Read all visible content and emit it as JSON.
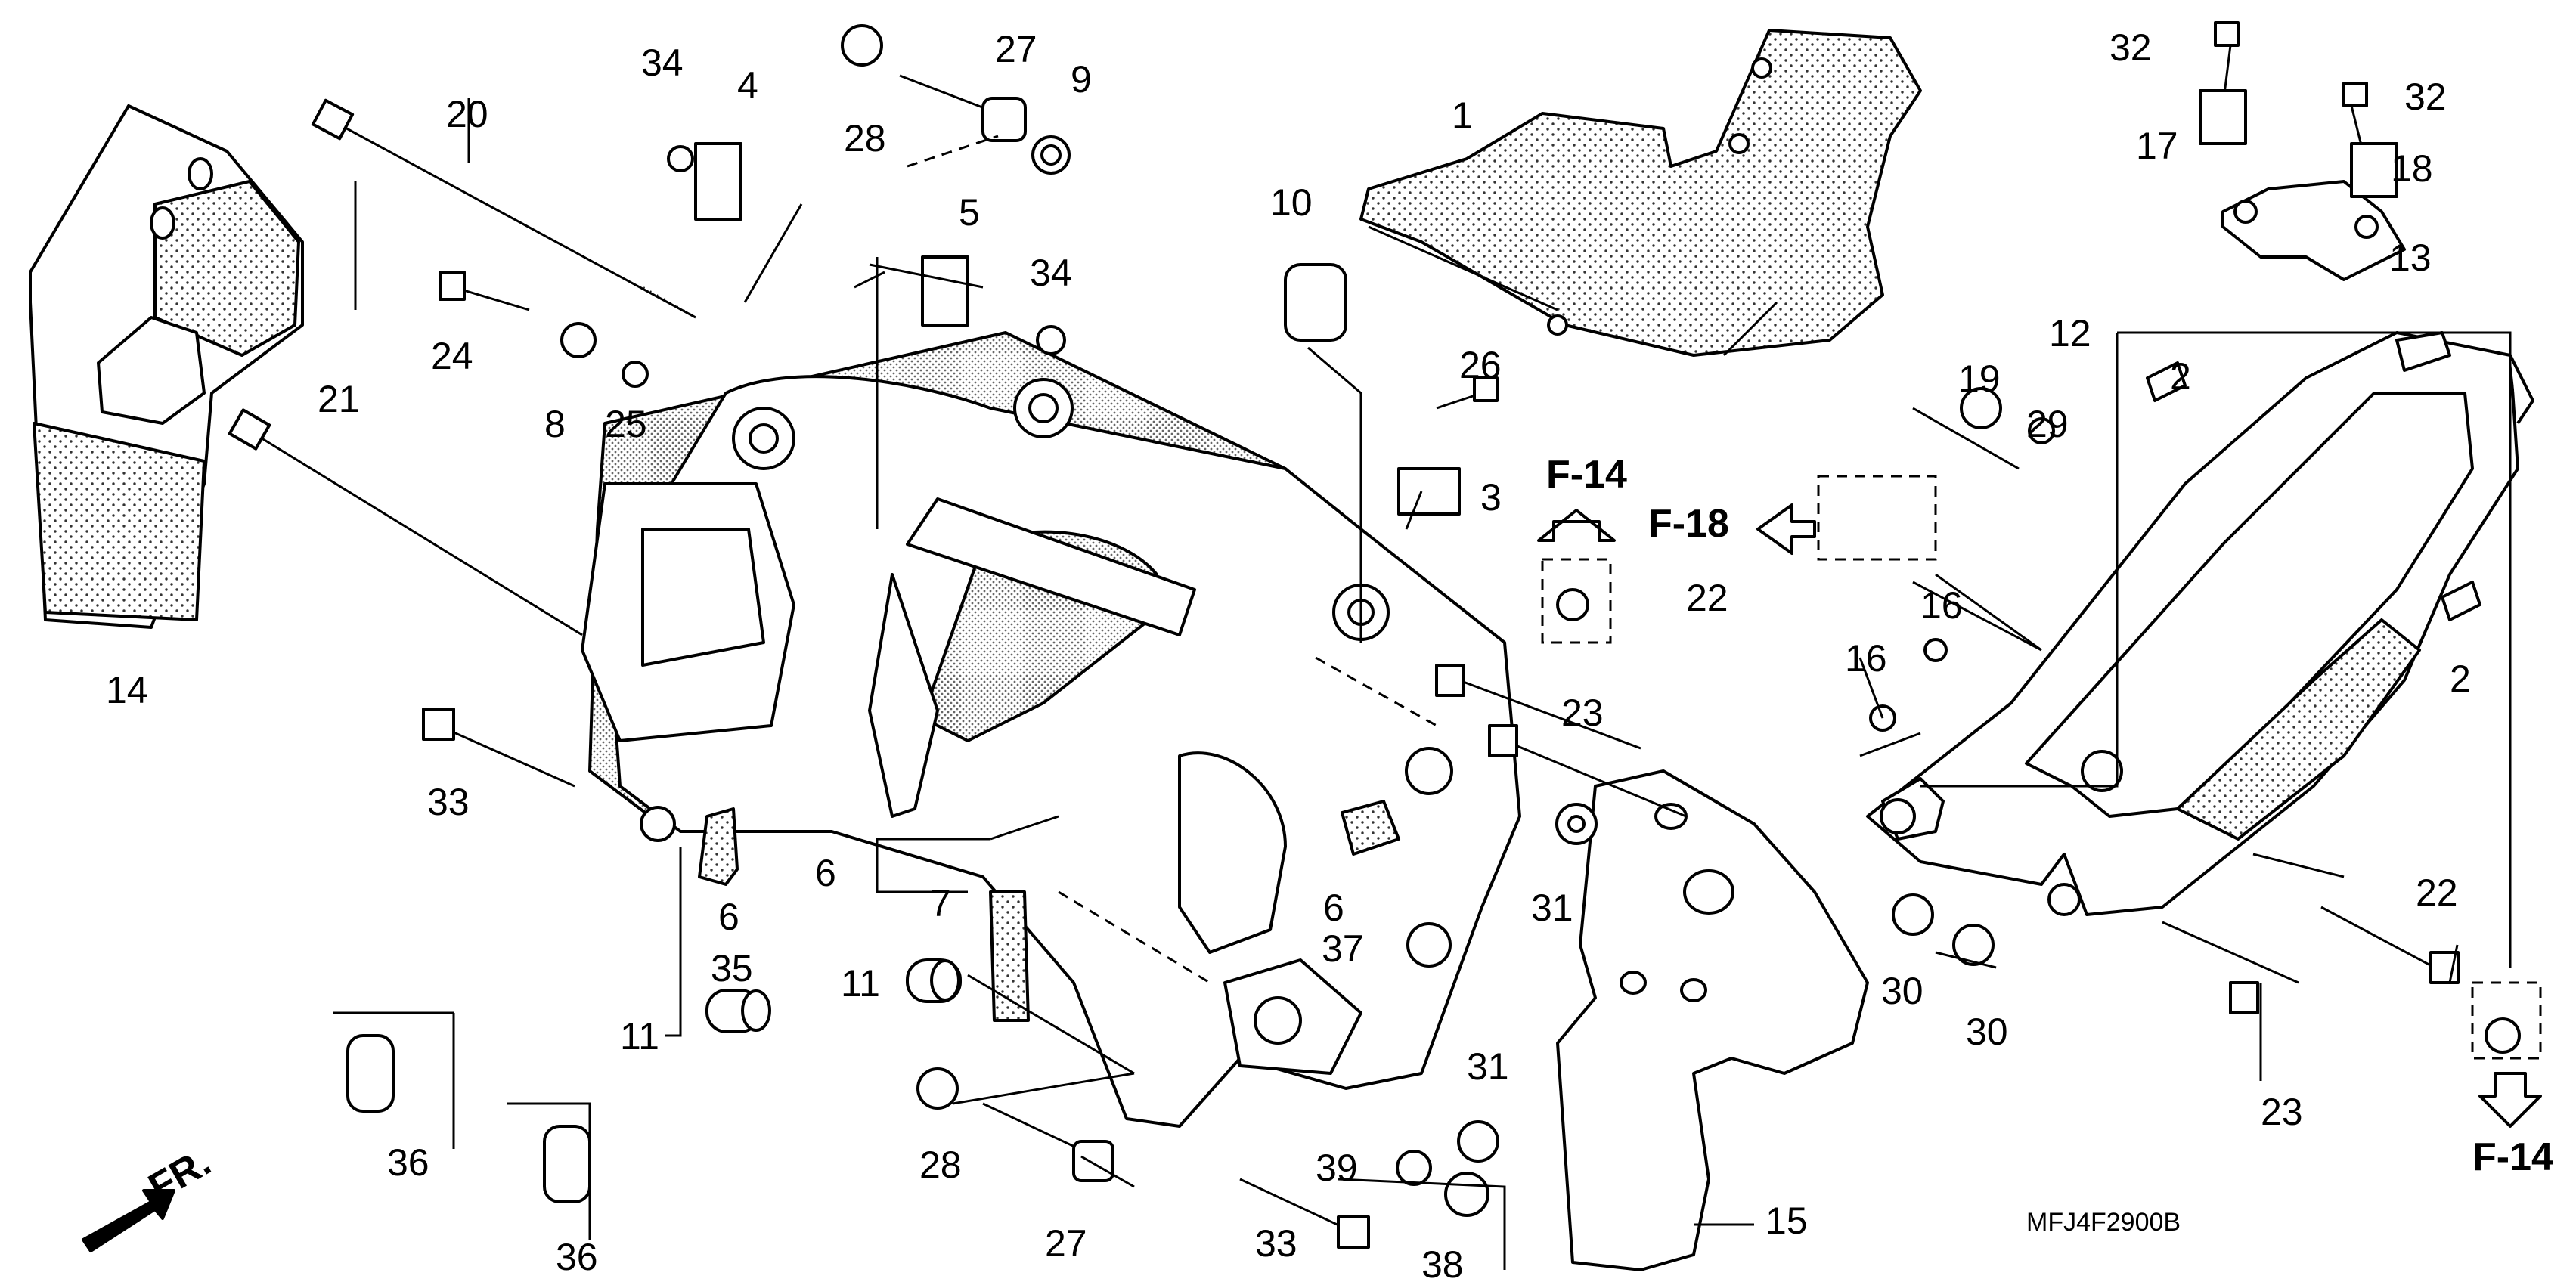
{
  "diagram_code": "MFJ4F2900B",
  "front_marker": "FR.",
  "refs": {
    "f14_top": "F-14",
    "f18": "F-18",
    "f14_bottom": "F-14"
  },
  "callouts": {
    "c1": "1",
    "c2a": "2",
    "c2b": "2",
    "c3": "3",
    "c4": "4",
    "c5": "5",
    "c6a": "6",
    "c6b": "6",
    "c6c": "6",
    "c7": "7",
    "c8": "8",
    "c9": "9",
    "c10": "10",
    "c11a": "11",
    "c11b": "11",
    "c12": "12",
    "c13": "13",
    "c14": "14",
    "c15": "15",
    "c16a": "16",
    "c16b": "16",
    "c17": "17",
    "c18": "18",
    "c19": "19",
    "c20": "20",
    "c21": "21",
    "c22a": "22",
    "c22b": "22",
    "c23a": "23",
    "c23b": "23",
    "c24": "24",
    "c25": "25",
    "c26": "26",
    "c27a": "27",
    "c27b": "27",
    "c28a": "28",
    "c28b": "28",
    "c29": "29",
    "c30a": "30",
    "c30b": "30",
    "c31a": "31",
    "c31b": "31",
    "c32a": "32",
    "c32b": "32",
    "c33a": "33",
    "c33b": "33",
    "c34a": "34",
    "c34b": "34",
    "c35": "35",
    "c36a": "36",
    "c36b": "36",
    "c37": "37",
    "c38": "38",
    "c39": "39"
  }
}
